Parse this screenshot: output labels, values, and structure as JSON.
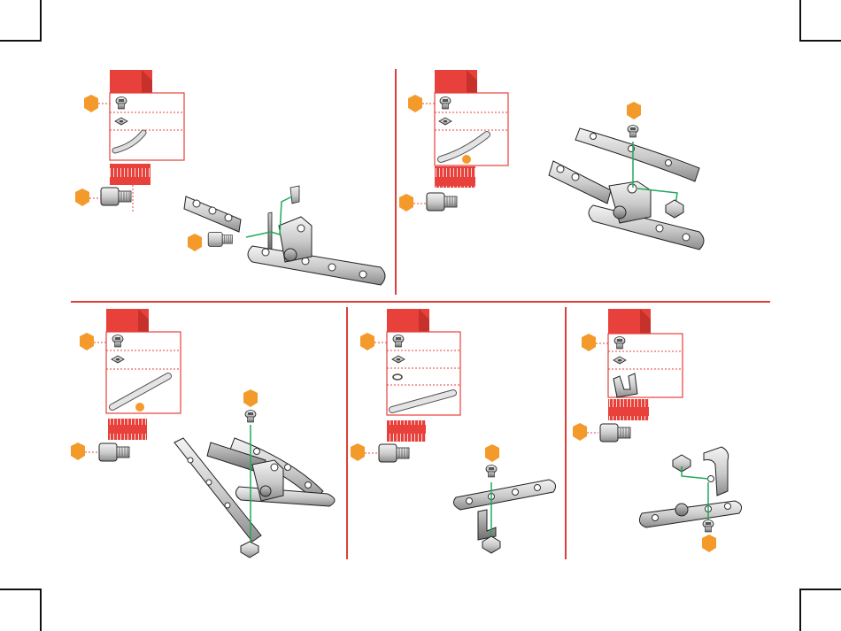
{
  "colors": {
    "accent_red": "#e8403a",
    "divider_red": "#d9413a",
    "callout_orange": "#f39a2b",
    "connector_green": "#1faa5a",
    "metal_light": "#e9e9e9",
    "metal_mid": "#b9b9b9",
    "metal_dark": "#7a7a7a",
    "outline": "#222222"
  },
  "steps": [
    {
      "id": "step-1",
      "parts": [
        "screw-icon",
        "square-nut-icon",
        "curved-strip-icon"
      ],
      "has_ruler": true,
      "quantity_badge": false
    },
    {
      "id": "step-2",
      "parts": [
        "screw-icon",
        "square-nut-icon",
        "curved-strip-icon"
      ],
      "has_ruler": true,
      "quantity_badge": true
    },
    {
      "id": "step-3",
      "parts": [
        "screw-icon",
        "square-nut-icon",
        "straight-strip-icon"
      ],
      "has_ruler": true,
      "quantity_badge": true
    },
    {
      "id": "step-4",
      "parts": [
        "screw-icon",
        "square-nut-icon",
        "washer-icon",
        "straight-strip-icon"
      ],
      "has_ruler": true,
      "quantity_badge": false
    },
    {
      "id": "step-5",
      "parts": [
        "screw-icon",
        "square-nut-icon",
        "u-bracket-icon"
      ],
      "has_ruler": true,
      "quantity_badge": false
    }
  ]
}
